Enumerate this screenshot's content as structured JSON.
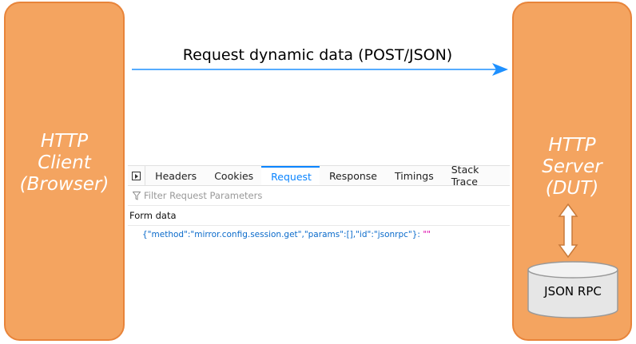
{
  "client": {
    "title_line1": "HTTP",
    "title_line2": "Client",
    "title_line3": "(Browser)"
  },
  "server": {
    "title_line1": "HTTP",
    "title_line2": "Server",
    "title_line3": "(DUT)"
  },
  "arrow": {
    "label": "Request dynamic data (POST/JSON)"
  },
  "devtools": {
    "tabs": [
      "Headers",
      "Cookies",
      "Request",
      "Response",
      "Timings",
      "Stack Trace"
    ],
    "active_tab": "Request",
    "filter_placeholder": "Filter Request Parameters",
    "section_title": "Form data",
    "json_body": "{\"method\":\"mirror.config.session.get\",\"params\":[],\"id\":\"jsonrpc\"}:",
    "json_value": " \"\""
  },
  "database": {
    "label": "JSON RPC"
  },
  "colors": {
    "box_fill": "#f4a460",
    "box_stroke": "#e8843a",
    "arrow": "#1e90ff",
    "active_tab": "#0a84ff"
  }
}
